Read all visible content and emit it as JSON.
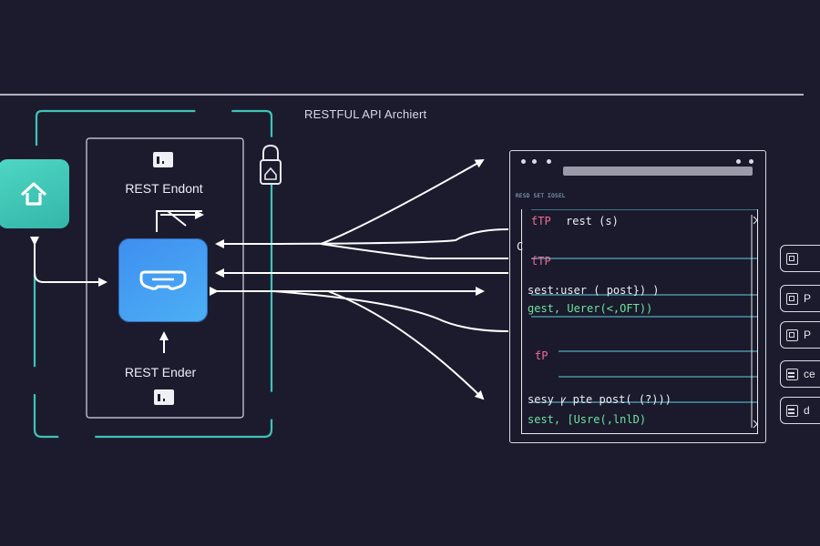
{
  "diagram": {
    "title": "RESTFUL API Archiert",
    "endpoint_box": {
      "top_label": "REST Endont",
      "bottom_label": "REST Ender"
    }
  },
  "code_window": {
    "url_bar_text": "",
    "tab_label": "RESD SET ƩOSEL",
    "lines": [
      {
        "text": "ƭTP",
        "color": "#f36b9a"
      },
      {
        "text": "rest (s)",
        "color": "#eceef4"
      },
      {
        "text": "C",
        "color": "#eceef4"
      },
      {
        "text": "ƭTP",
        "color": "#f36b9a"
      },
      {
        "text": "sest:user ( post}) )",
        "color": "#eceef4"
      },
      {
        "text": "gest, Uerer(<,OFT))",
        "color": "#6fe3a0"
      },
      {
        "text": "ƭP",
        "color": "#f36b9a"
      },
      {
        "text": "sesy ꝩ pte post( (?)))",
        "color": "#eceef4"
      },
      {
        "text": "sest, [Usre(,lnlD)",
        "color": "#6fe3a0"
      }
    ]
  },
  "side_buttons": [
    {
      "label": "",
      "icon": "grid-icon"
    },
    {
      "label": "P",
      "icon": "panel-icon"
    },
    {
      "label": "P",
      "icon": "panel-icon"
    },
    {
      "label": "ce",
      "icon": "list-icon"
    },
    {
      "label": "d",
      "icon": "list-icon"
    }
  ],
  "colors": {
    "background": "#1c1b2e",
    "teal_accent": "#3fc3b7",
    "api_blue": "#4a9ff2",
    "code_green": "#6fe3a0",
    "code_pink": "#f36b9a",
    "code_lines": "#5fd0e0"
  }
}
